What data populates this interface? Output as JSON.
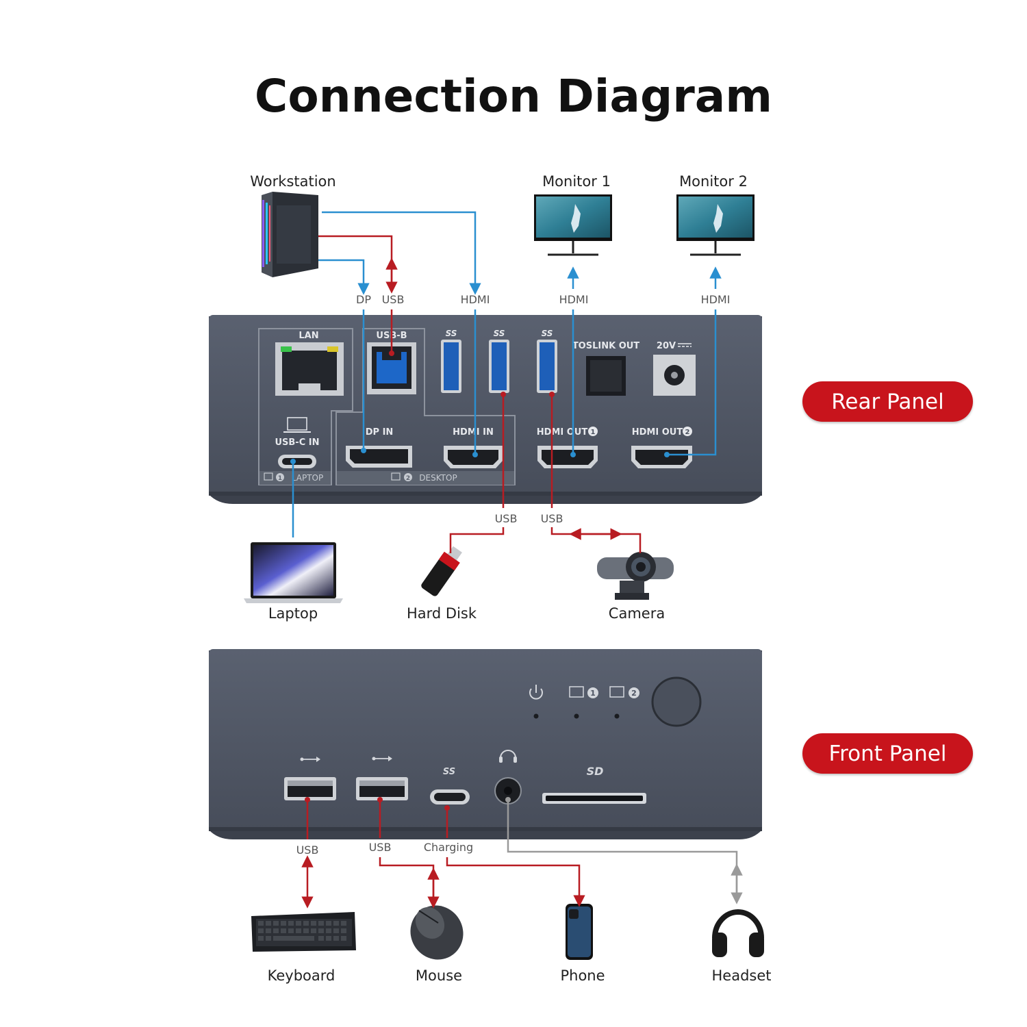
{
  "title": "Connection Diagram",
  "colors": {
    "video_line": "#2a8fd0",
    "usb_line": "#b81c22",
    "audio_line": "#9a9a9a",
    "badge": "#c8141c",
    "dock_body": "#4b5260"
  },
  "devices": {
    "workstation": "Workstation",
    "monitor1": "Monitor 1",
    "monitor2": "Monitor 2",
    "laptop": "Laptop",
    "hard_disk": "Hard Disk",
    "camera": "Camera",
    "keyboard": "Keyboard",
    "mouse": "Mouse",
    "phone": "Phone",
    "headset": "Headset"
  },
  "connection_labels": {
    "dp": "DP",
    "usb": "USB",
    "hdmi": "HDMI",
    "charging": "Charging"
  },
  "rear_ports": {
    "lan": "LAN",
    "usb_b": "USB-B",
    "ss": "SS",
    "toslink": "TOSLINK OUT",
    "dc": "20V",
    "usbc_in": "USB-C IN",
    "dp_in": "DP IN",
    "hdmi_in": "HDMI IN",
    "hdmi_out1": "HDMI OUT",
    "hdmi_out2": "HDMI OUT",
    "laptop_mode": "LAPTOP",
    "desktop_mode": "DESKTOP",
    "num1": "1",
    "num2": "2"
  },
  "front_ports": {
    "ss": "SS",
    "num1": "1",
    "num2": "2"
  },
  "badges": {
    "rear": "Rear Panel",
    "front": "Front Panel"
  }
}
